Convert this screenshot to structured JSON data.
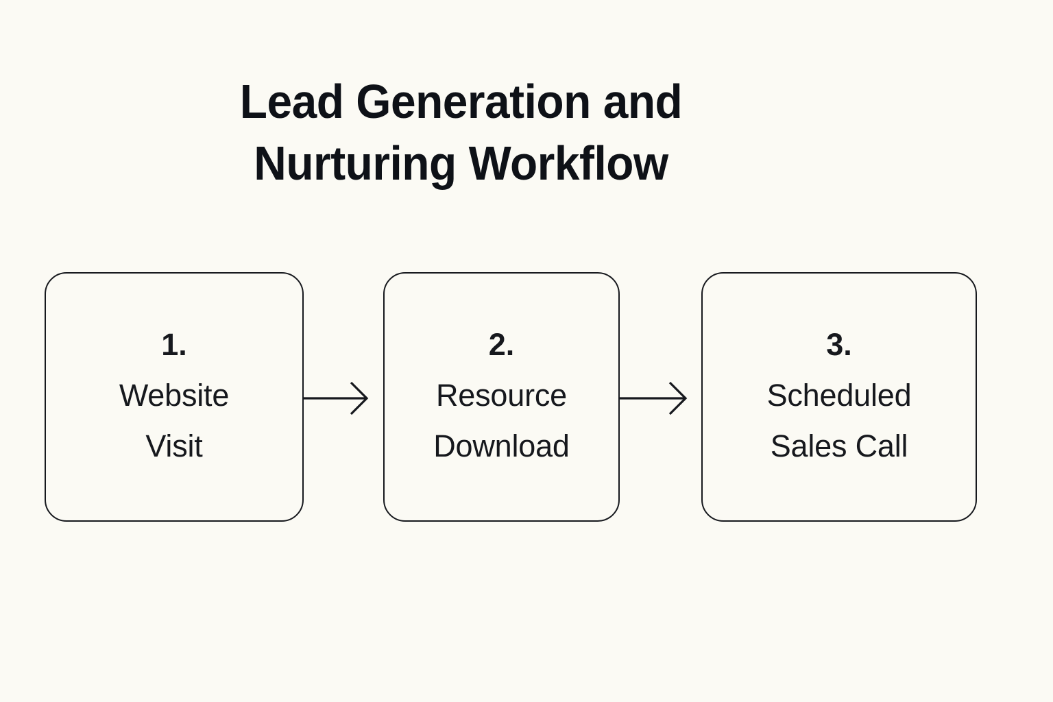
{
  "page": {
    "background_color": "#FBFAF4",
    "ink_color": "#16181D"
  },
  "title": {
    "line1": "Lead Generation and",
    "line2": "Nurturing Workflow",
    "full": "Lead Generation and Nurturing Workflow"
  },
  "flow": {
    "nodes": [
      {
        "index": "1.",
        "line1": "Website",
        "line2": "Visit"
      },
      {
        "index": "2.",
        "line1": "Resource",
        "line2": "Download"
      },
      {
        "index": "3.",
        "line1": "Scheduled",
        "line2": "Sales Call"
      }
    ],
    "connectors": [
      {
        "name": "arrow-right-icon",
        "from": "1.",
        "to": "2."
      },
      {
        "name": "arrow-right-icon",
        "from": "2.",
        "to": "3."
      }
    ]
  }
}
